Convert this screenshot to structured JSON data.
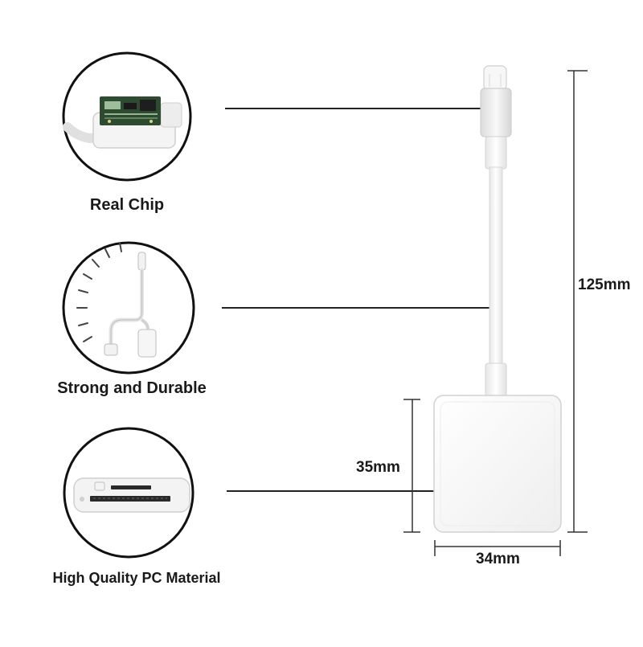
{
  "features": [
    {
      "id": "real-chip",
      "label": "Real Chip"
    },
    {
      "id": "strong-durable",
      "label": "Strong and Durable"
    },
    {
      "id": "pc-material",
      "label": "High Quality PC Material"
    }
  ],
  "dimensions": {
    "total_length": "125mm",
    "body_height": "35mm",
    "body_width": "34mm"
  }
}
